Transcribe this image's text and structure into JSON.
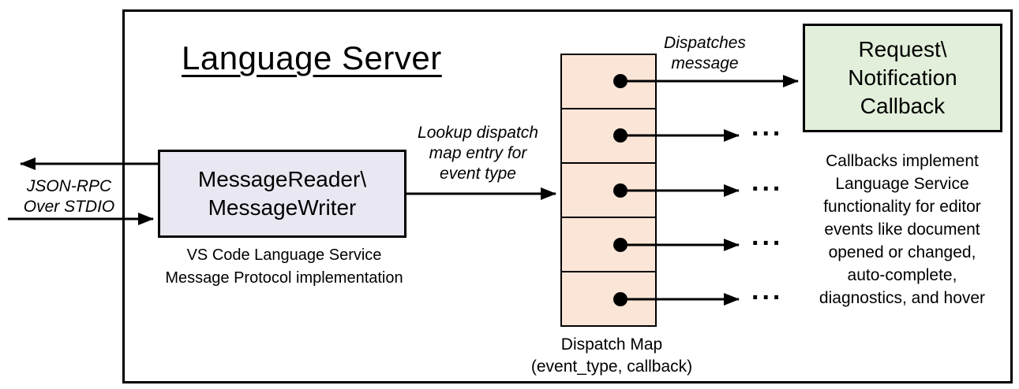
{
  "diagram": {
    "title": "Language Server",
    "left_io": {
      "line1": "JSON-RPC",
      "line2": "Over STDIO"
    },
    "message_box": {
      "line1": "MessageReader\\",
      "line2": "MessageWriter",
      "caption_line1": "VS Code Language Service",
      "caption_line2": "Message Protocol implementation",
      "fill": "#e9e8f2"
    },
    "lookup_label": {
      "line1": "Lookup dispatch",
      "line2": "map entry for",
      "line3": "event type"
    },
    "dispatch_label": {
      "line1": "Dispatches",
      "line2": "message"
    },
    "dispatch_map": {
      "caption_line1": "Dispatch Map",
      "caption_line2": "(event_type, callback)",
      "fill": "#fbe5d6",
      "cell_count": "5"
    },
    "callback_box": {
      "line1": "Request\\",
      "line2": "Notification",
      "line3": "Callback",
      "fill": "#e2efda"
    },
    "ellipsis": "...",
    "callback_note": {
      "lines": {
        "0": "Callbacks implement",
        "1": "Language Service",
        "2": "functionality for editor",
        "3": "events like document",
        "4": "opened or changed,",
        "5": "auto-complete,",
        "6": "diagnostics, and hover"
      }
    }
  }
}
